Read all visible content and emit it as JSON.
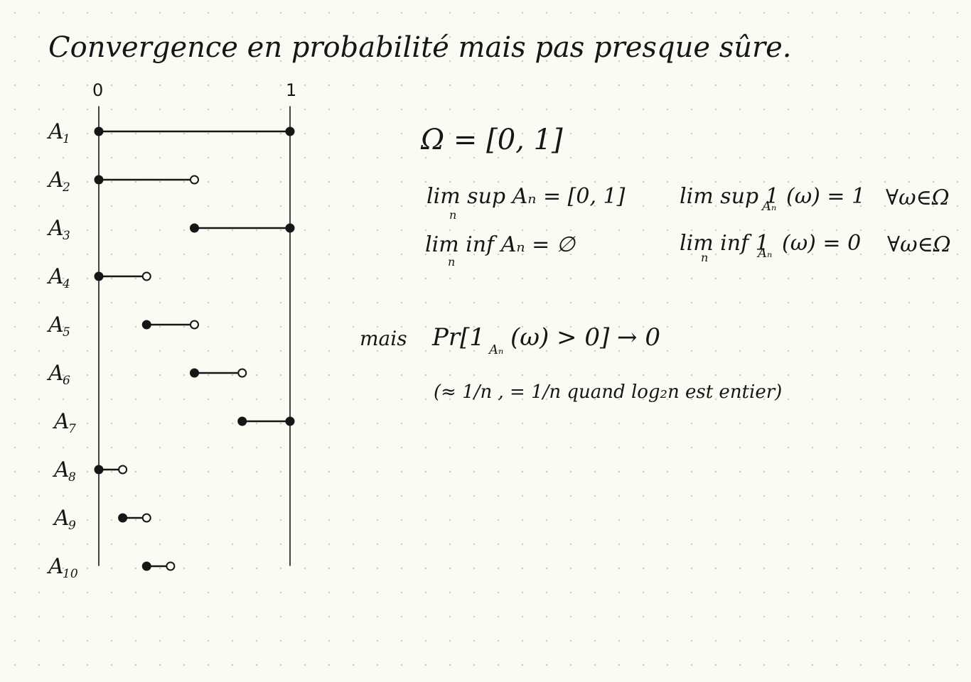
{
  "title": "Convergence en probabilité mais pas presque sûre.",
  "axis": {
    "label_zero": "0",
    "label_one": "1"
  },
  "intervals": [
    {
      "name": "A",
      "sub": "1",
      "start": 0,
      "end": 1,
      "start_closed": true,
      "end_closed": true
    },
    {
      "name": "A",
      "sub": "2",
      "start": 0,
      "end": 0.5,
      "start_closed": true,
      "end_closed": false
    },
    {
      "name": "A",
      "sub": "3",
      "start": 0.5,
      "end": 1,
      "start_closed": true,
      "end_closed": true
    },
    {
      "name": "A",
      "sub": "4",
      "start": 0,
      "end": 0.25,
      "start_closed": true,
      "end_closed": false
    },
    {
      "name": "A",
      "sub": "5",
      "start": 0.25,
      "end": 0.5,
      "start_closed": true,
      "end_closed": false
    },
    {
      "name": "A",
      "sub": "6",
      "start": 0.5,
      "end": 0.75,
      "start_closed": true,
      "end_closed": false
    },
    {
      "name": "A",
      "sub": "7",
      "start": 0.75,
      "end": 1,
      "start_closed": true,
      "end_closed": true
    },
    {
      "name": "A",
      "sub": "8",
      "start": 0,
      "end": 0.125,
      "start_closed": true,
      "end_closed": false
    },
    {
      "name": "A",
      "sub": "9",
      "start": 0.125,
      "end": 0.25,
      "start_closed": true,
      "end_closed": false
    },
    {
      "name": "A",
      "sub": "10",
      "start": 0.25,
      "end": 0.375,
      "start_closed": true,
      "end_closed": false
    }
  ],
  "formulas": {
    "omega": "Ω = [0, 1]",
    "limsup_set": "lim sup  Aₙ  = [0, 1]",
    "liminf_set": "lim inf  Aₙ  = ∅",
    "limsup_indicator": "lim sup 1",
    "limsup_indicator_rhs": "(ω) = 1",
    "liminf_indicator": "lim inf 1",
    "liminf_indicator_rhs": "(ω) = 0",
    "forall": "∀ω∈Ω",
    "subscript_An": "Aₙ",
    "index_n": "n"
  },
  "remark": {
    "mais": "mais",
    "pr_statement": "Pr[1",
    "pr_statement_rhs": "(ω) > 0] → 0",
    "note": "(≈ 1/n ,  = 1/n  quand log₂n est entier)"
  }
}
